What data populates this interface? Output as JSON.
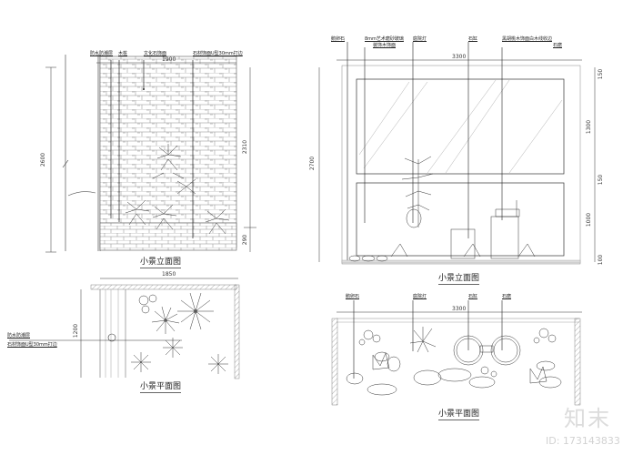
{
  "drawings": {
    "left_elevation": {
      "title": "小景立面图",
      "labels": [
        "防水防潮层",
        "木桩",
        "文化石饰面",
        "石材饰面U型30mm打边"
      ],
      "dimensions": {
        "width": "1900",
        "total_height": "2600",
        "upper": "2310",
        "lower": "290"
      }
    },
    "left_plan": {
      "title": "小景平面图",
      "labels": [
        "防水防潮层",
        "石材饰面U型30mm打边"
      ],
      "dimensions": {
        "width": "1850",
        "depth": "1200"
      }
    },
    "right_elevation": {
      "title": "小景立面图",
      "labels": [
        "鹅卵石",
        "8mm艺术磨砂玻璃",
        "装饰木饰面",
        "庭院灯",
        "石缸",
        "黑胡桃木饰面白木线收边",
        "石磨"
      ],
      "dimensions": {
        "width": "3300",
        "total_height": "2700",
        "segments": [
          "150",
          "1300",
          "150",
          "1000",
          "100"
        ]
      }
    },
    "right_plan": {
      "title": "小景平面图",
      "labels": [
        "鹅卵石",
        "庭院灯",
        "石缸",
        "石磨"
      ],
      "dimensions": {
        "width": "3300"
      }
    }
  },
  "watermark": {
    "logo": "知末",
    "id": "ID: 173143833"
  },
  "colors": {
    "line": "#333333",
    "light_line": "#9a9a9a",
    "hatch": "#777777",
    "background": "#ffffff"
  }
}
